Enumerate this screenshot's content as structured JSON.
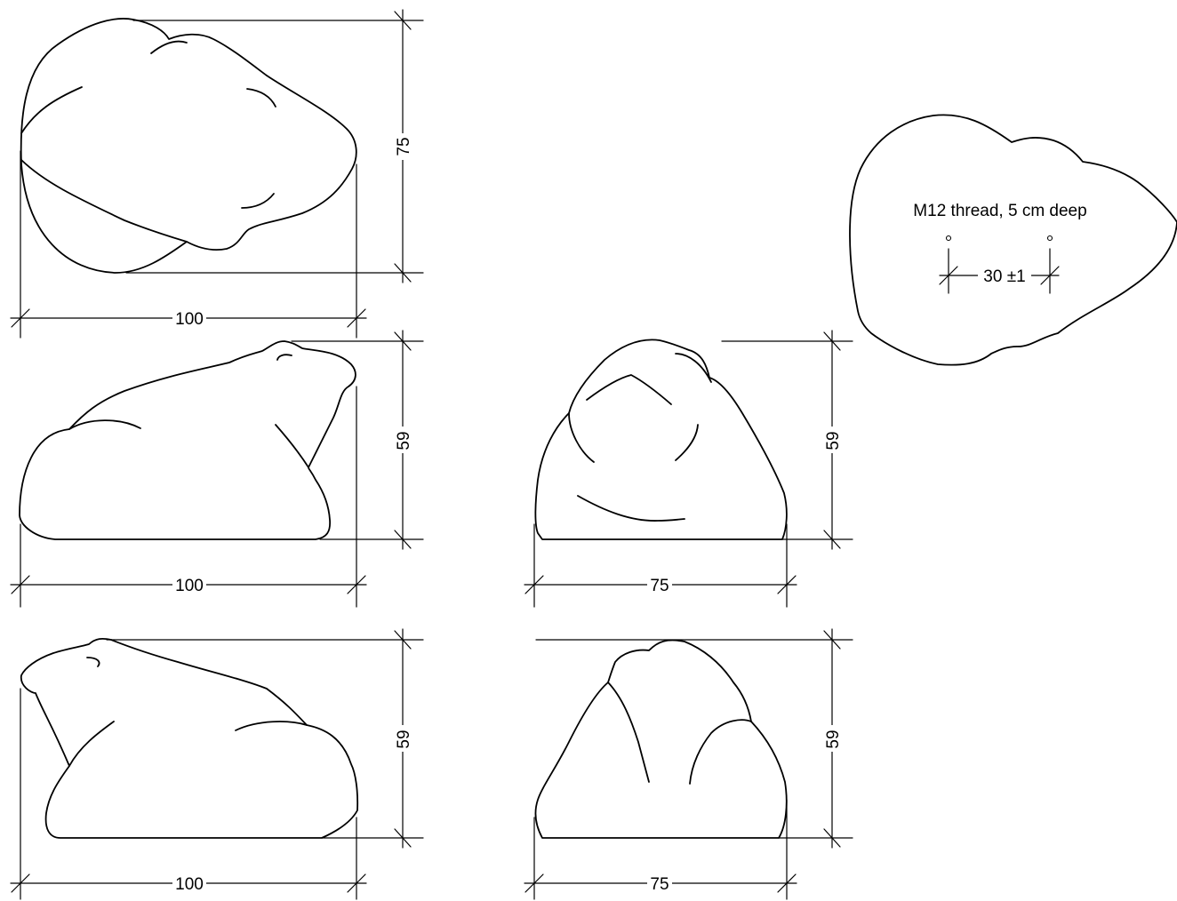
{
  "views": {
    "top": {
      "width_label": "100",
      "depth_label": "75"
    },
    "side_right": {
      "width_label": "100",
      "height_label": "59"
    },
    "front": {
      "width_label": "75",
      "height_label": "59"
    },
    "side_left": {
      "width_label": "100",
      "height_label": "59"
    },
    "back": {
      "width_label": "75",
      "height_label": "59"
    }
  },
  "base_detail": {
    "note": "M12 thread, 5 cm deep",
    "spacing_label": "30 ±1"
  }
}
